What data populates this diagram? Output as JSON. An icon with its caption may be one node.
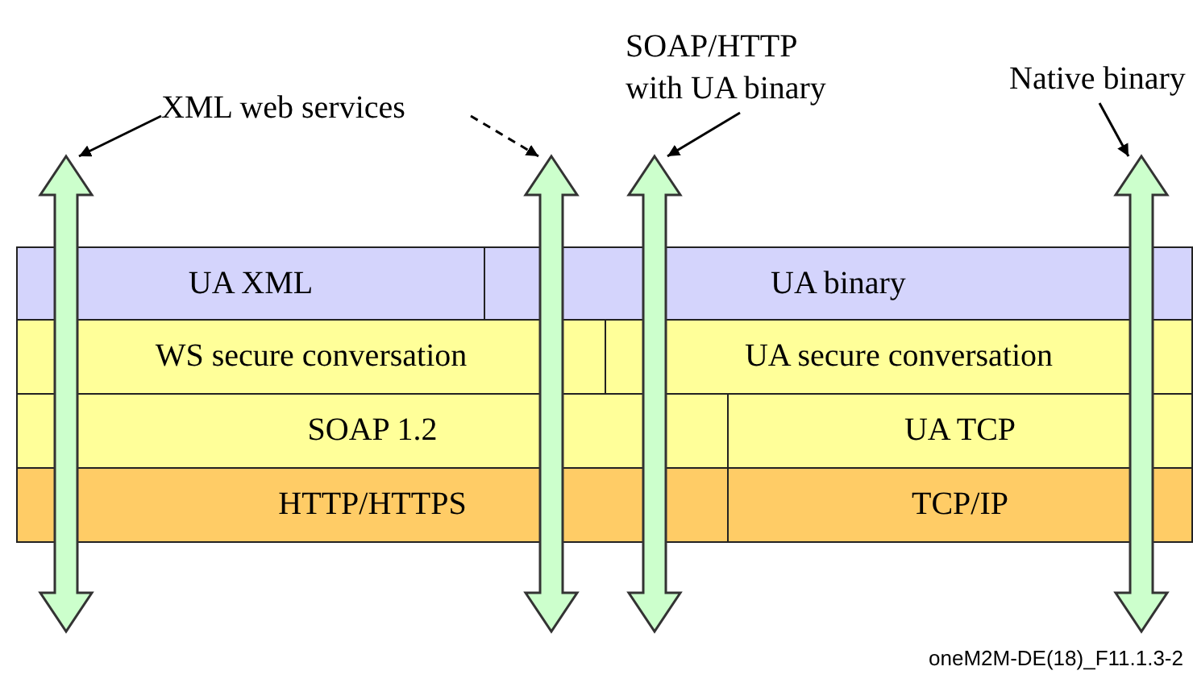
{
  "diagram": {
    "caption": "oneM2M-DE(18)_F11.1.3-2",
    "nodes": [
      {
        "text": [
          "XML web services"
        ]
      },
      {
        "text": [
          "SOAP/HTTP with UA binary"
        ]
      },
      {
        "text": [
          "Native binary"
        ]
      },
      {
        "text": [],
        "shape": "arrow"
      },
      {
        "text": [],
        "shape": "arrow"
      },
      {
        "text": [],
        "shape": "arrow"
      },
      {
        "text": [],
        "shape": "arrow"
      },
      {
        "text": [
          "UA XML"
        ]
      },
      {
        "text": [
          "UA binary"
        ]
      },
      {
        "text": [
          "WS secure conversation"
        ]
      },
      {
        "text": [
          "UA secure conversation"
        ]
      },
      {
        "text": [
          "SOAP 1.2"
        ]
      },
      {
        "text": [
          "UA TCP"
        ]
      },
      {
        "text": [
          "HTTP/HTTPS"
        ]
      },
      {
        "text": [
          "TCP/IP"
        ]
      }
    ],
    "edges": [
      {
        "from": 0,
        "to": 3,
        "arrow": "to"
      },
      {
        "from": 0,
        "to": 4,
        "arrow": "to",
        "style": "dashed"
      },
      {
        "from": 1,
        "to": 5,
        "arrow": "to"
      },
      {
        "from": 2,
        "to": 6,
        "arrow": "to"
      }
    ]
  }
}
